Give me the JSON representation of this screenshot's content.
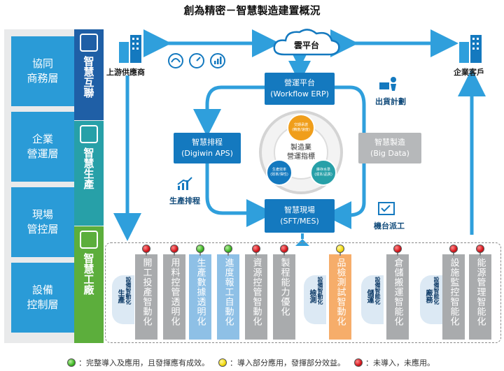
{
  "title": "創為精密－智慧製造建置概況",
  "layers": [
    {
      "label": "協同\n商務層"
    },
    {
      "label": "企業\n營運層"
    },
    {
      "label": "現場\n管控層"
    },
    {
      "label": "設備\n控制層"
    }
  ],
  "smart_columns": [
    {
      "label": "智慧互聯",
      "icon": "cloud-tablet-icon",
      "color": "#1f5fa6"
    },
    {
      "label": "智慧生產",
      "icon": "monitor-chart-icon",
      "color": "#27a0a8"
    },
    {
      "label": "智慧工廠",
      "icon": "factory-icon",
      "color": "#5cae3c"
    }
  ],
  "top": {
    "supplier": "上游供應商",
    "customer": "企業客戶",
    "cloud": "雲平台"
  },
  "nodes": {
    "erp": "營運平台\n(Workflow ERP)",
    "aps": "智慧排程\n(Digiwin APS)",
    "bigdata": "智慧製造\n(Big Data)",
    "mes": "智慧現場\n(SFT/MES)"
  },
  "center": {
    "label": "製造業\n營運指標",
    "top": "交期承諾\n(精度/速度)",
    "left": "生產效率\n(效率/彈性)",
    "right": "庫存水準\n(成本/品質)"
  },
  "captions": {
    "shipping": "出貨計劃",
    "schedule": "生產排程",
    "dispatch": "機台派工"
  },
  "apps": [
    {
      "label": "開工投產智動化",
      "color": "#a9abad",
      "status": "red"
    },
    {
      "label": "用料控管透明化",
      "color": "#a9abad",
      "status": "red"
    },
    {
      "label": "生產數據透明化",
      "color": "#8ec0e6",
      "status": "green"
    },
    {
      "label": "進度報工自動化",
      "color": "#8ec0e6",
      "status": "green"
    },
    {
      "label": "資源控管智動化",
      "color": "#a9abad",
      "status": "red"
    },
    {
      "label": "製程能力優化",
      "color": "#a9abad",
      "status": "red"
    },
    {
      "label": "品檢測試智動化",
      "color": "#f6ad6a",
      "status": "yellow"
    },
    {
      "label": "倉儲搬運智能化",
      "color": "#a9abad",
      "status": "red"
    },
    {
      "label": "設施監控智能化",
      "color": "#a9abad",
      "status": "red"
    },
    {
      "label": "能源管理智能化",
      "color": "#a9abad",
      "status": "red"
    }
  ],
  "groups": {
    "production": {
      "main": "生產",
      "sub": "設備智動化"
    },
    "inspection": {
      "main": "檢測",
      "sub": "設備智動化"
    },
    "storage": {
      "main": "儲運",
      "sub": "設備智能化"
    },
    "facility": {
      "main": "廠務",
      "sub": "設備智能化"
    }
  },
  "legend": [
    {
      "status": "green",
      "text": "：完整導入及應用，且發揮應有成效。"
    },
    {
      "status": "yellow",
      "text": "：導入部分應用，發揮部分效益。"
    },
    {
      "status": "red",
      "text": "：未導入，未應用。"
    }
  ],
  "colors": {
    "primary_blue": "#1479bf",
    "arrow_blue": "#2f9fdc",
    "layer_blue": "#2a9bd7",
    "panel_grey": "#e9eaeb"
  }
}
